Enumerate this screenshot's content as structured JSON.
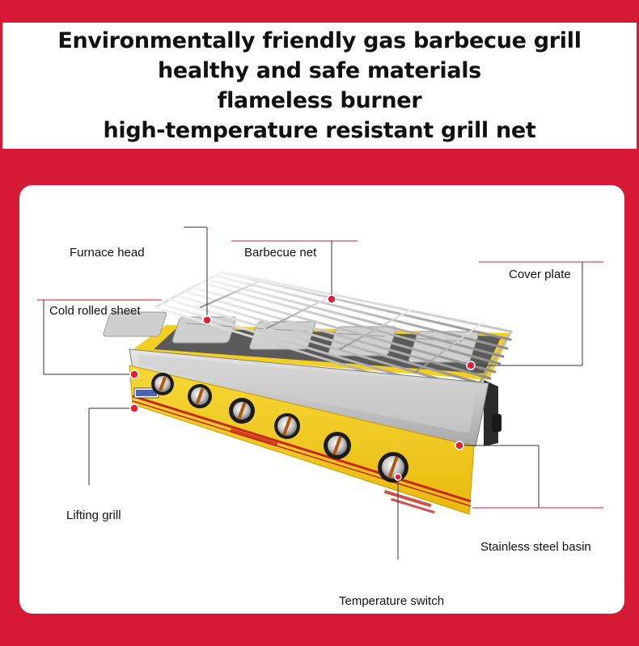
{
  "header": {
    "lines": [
      "Environmentally friendly gas barbecue grill",
      "healthy and safe materials",
      "flameless burner",
      "high-temperature resistant grill net"
    ]
  },
  "labels": {
    "furnace_head": "Furnace head",
    "barbecue_net": "Barbecue net",
    "cover_plate": "Cover plate",
    "cold_rolled_sheet": "Cold rolled sheet",
    "lifting_grill": "Lifting grill",
    "stainless_steel_basin": "Stainless steel basin",
    "temperature_switch": "Temperature switch"
  },
  "colors": {
    "background": "#d61a36",
    "grill_body": "#f2cc1c",
    "callout_line": "#d61a36",
    "callout_dot": "#e0203a"
  }
}
